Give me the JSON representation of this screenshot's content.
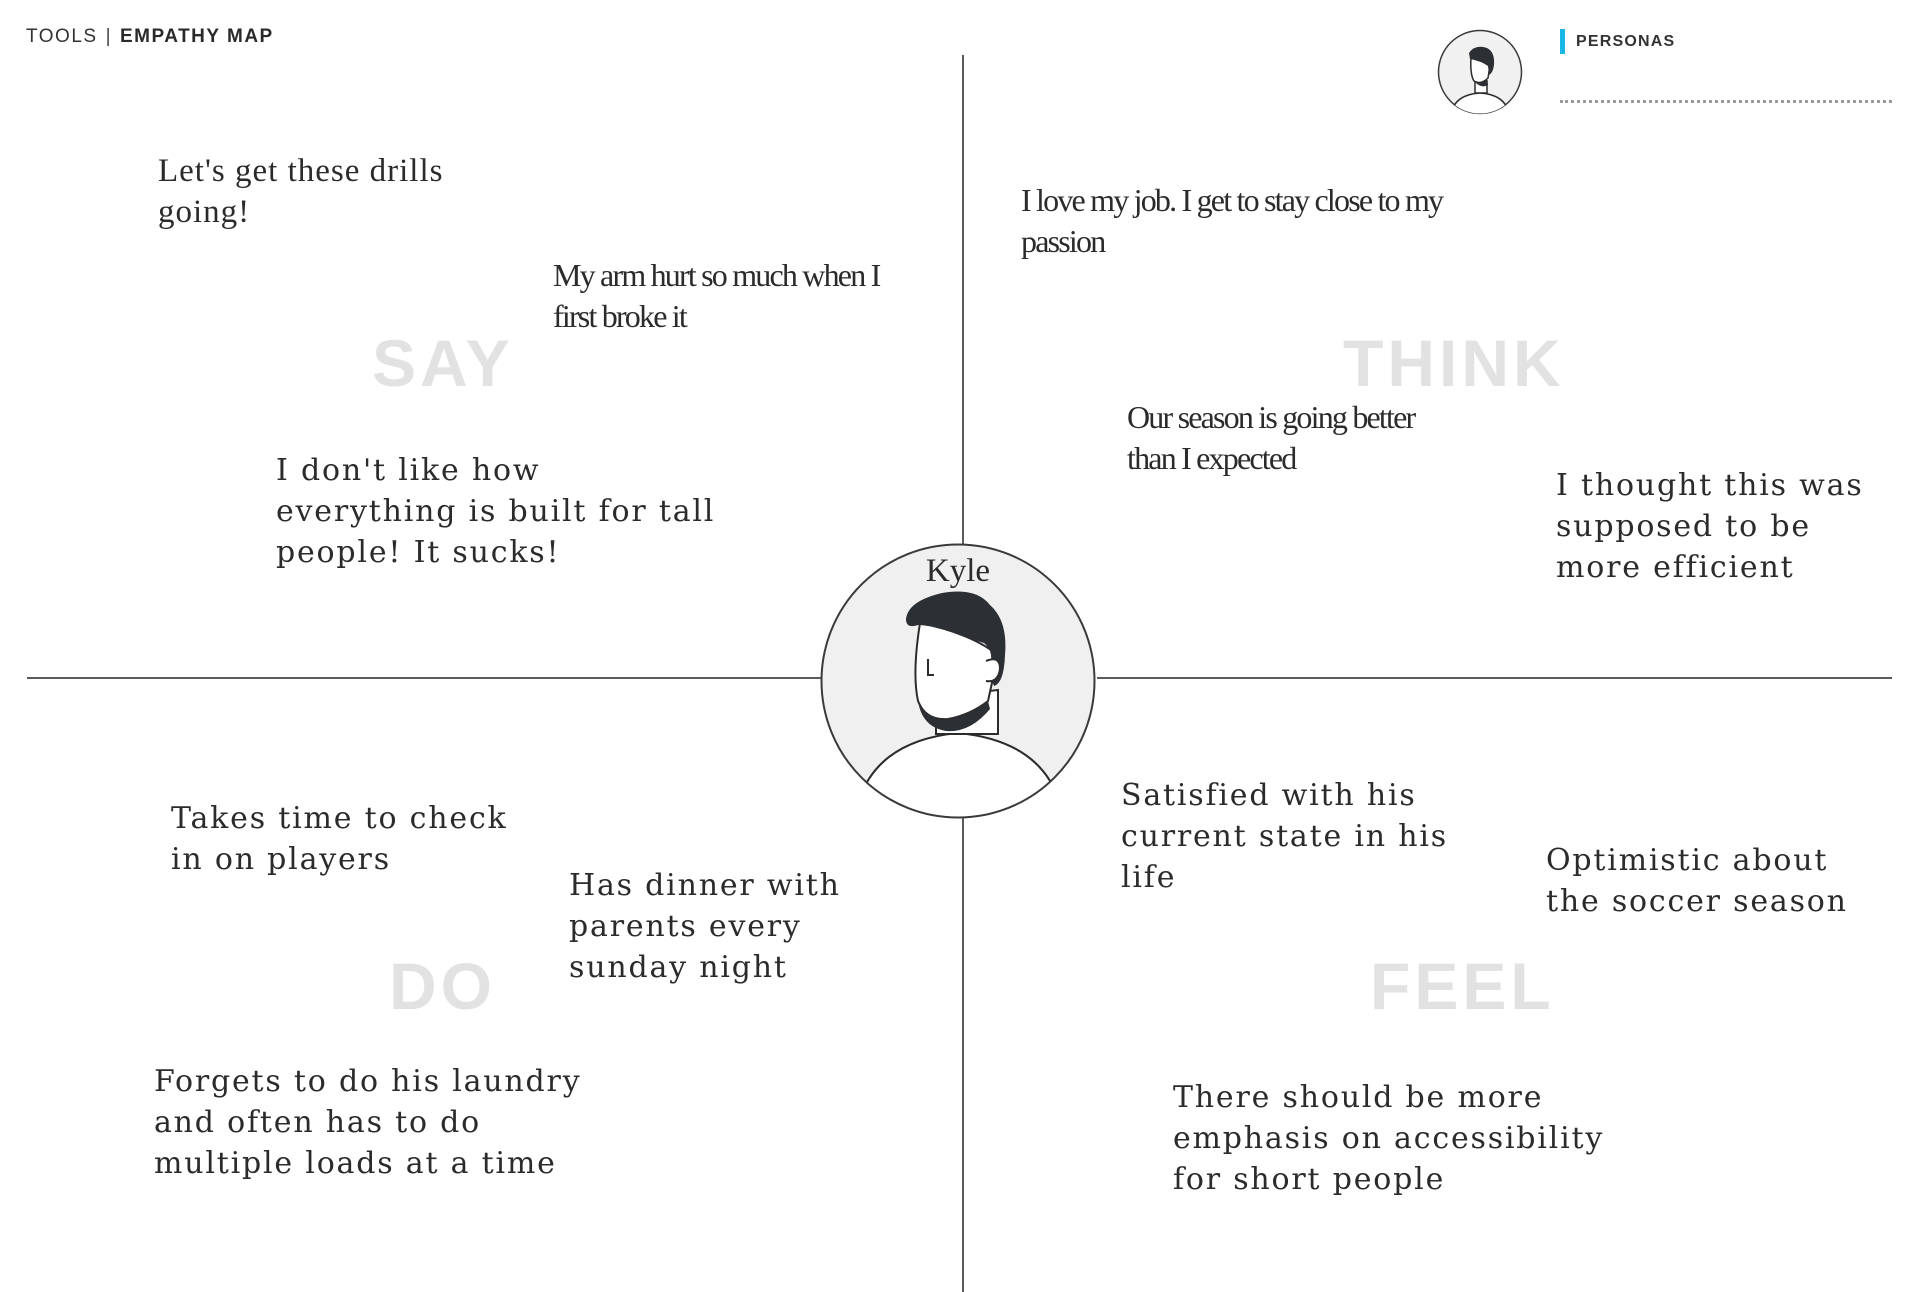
{
  "breadcrumb": {
    "section": "TOOLS",
    "separator": "|",
    "current": "EMPATHY MAP"
  },
  "personas_tab": {
    "label": "PERSONAS"
  },
  "persona": {
    "name": "Kyle"
  },
  "quadrants": {
    "say": "SAY",
    "think": "THINK",
    "do": "DO",
    "feel": "FEEL"
  },
  "notes": {
    "say": [
      "Let's get these drills\ngoing!",
      "My arm hurt so much when I\nfirst broke it",
      "I don't like how\neverything is built for tall\npeople! It sucks!"
    ],
    "think": [
      "I love my job. I get to stay close to my\npassion",
      "Our season is going better\nthan I expected",
      "I thought this was\nsupposed to be\nmore efficient"
    ],
    "do": [
      "Takes time to check\nin on players",
      "Has dinner with\nparents every\nsunday night",
      "Forgets to do his laundry\nand often has to do\nmultiple loads at a time"
    ],
    "feel": [
      "Satisfied with his\ncurrent state in his\nlife",
      "Optimistic about\nthe soccer season",
      "There should be more\nemphasis on accessibility\nfor short people"
    ]
  },
  "colors": {
    "accent": "#18b7e6",
    "quadrant_label": "#e2e2e2",
    "lines": "#5b5b5b"
  }
}
